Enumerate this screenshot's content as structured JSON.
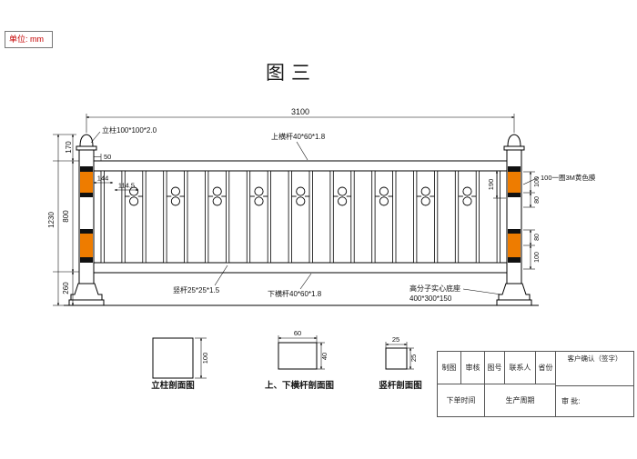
{
  "page": {
    "unit_label": "单位: mm",
    "title": "图三"
  },
  "fence": {
    "dim_width": "3100",
    "dim_total_height": "1230",
    "dim_top": "170",
    "dim_middle": "800",
    "dim_bottom": "260",
    "dim_post_gap": "50",
    "dim_144": "144",
    "dim_114_5": "114.5",
    "dim_190": "190",
    "film_top_band": "100",
    "film_top_gap": "80",
    "film_bottom_gap": "80",
    "film_bottom_band": "100",
    "label_post": "立柱100*100*2.0",
    "label_top_rail": "上横杆40*60*1.8",
    "label_film": "100一圈3M黄色膜",
    "label_bar": "竖杆25*25*1.5",
    "label_bottom_rail": "下横杆40*60*1.8",
    "label_base_1": "高分子实心底座",
    "label_base_2": "400*300*150"
  },
  "sections": {
    "post": {
      "label": "立柱剖面图",
      "dim_side": "100"
    },
    "rail": {
      "label": "上、下横杆剖面图",
      "dim_top": "60",
      "dim_side": "40"
    },
    "bar": {
      "label": "竖杆剖面图",
      "dim_top": "25",
      "dim_side": "25"
    }
  },
  "title_block": {
    "customer_confirm": "客户确认（签字）",
    "approval": "审 批:",
    "headers": [
      "制图",
      "审核",
      "图号",
      "联系人",
      "省份"
    ],
    "row2": [
      "下单时间",
      "生产周期"
    ]
  },
  "colors": {
    "film_orange": "#ee7c00",
    "line": "#000000",
    "unit_red": "#c40000"
  }
}
